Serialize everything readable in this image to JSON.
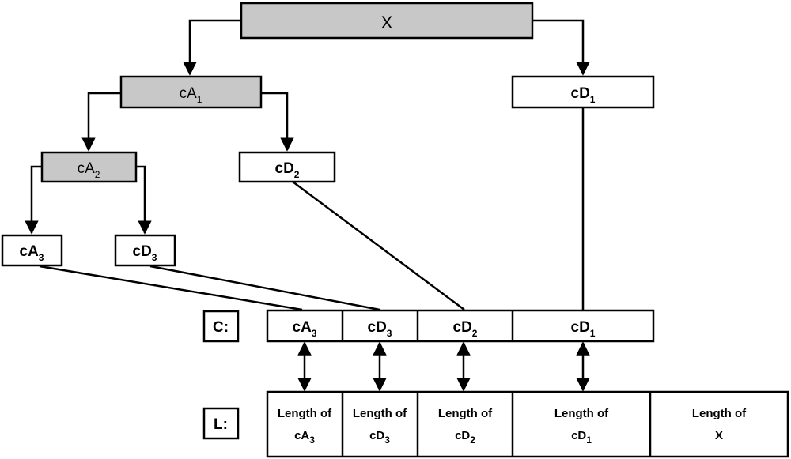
{
  "nodes": {
    "x": {
      "text": "X"
    },
    "ca1": {
      "base": "cA",
      "sub": "1"
    },
    "cd1": {
      "base": "cD",
      "sub": "1"
    },
    "ca2": {
      "base": "cA",
      "sub": "2"
    },
    "cd2": {
      "base": "cD",
      "sub": "2"
    },
    "ca3": {
      "base": "cA",
      "sub": "3"
    },
    "cd3": {
      "base": "cD",
      "sub": "3"
    }
  },
  "row_labels": {
    "c": "C:",
    "l": "L:"
  },
  "c_vector": [
    {
      "base": "cA",
      "sub": "3"
    },
    {
      "base": "cD",
      "sub": "3"
    },
    {
      "base": "cD",
      "sub": "2"
    },
    {
      "base": "cD",
      "sub": "1"
    }
  ],
  "l_vector": [
    {
      "line1": "Length of",
      "base": "cA",
      "sub": "3"
    },
    {
      "line1": "Length of",
      "base": "cD",
      "sub": "3"
    },
    {
      "line1": "Length of",
      "base": "cD",
      "sub": "2"
    },
    {
      "line1": "Length of",
      "base": "cD",
      "sub": "1"
    },
    {
      "line1": "Length of",
      "base": "X",
      "sub": ""
    }
  ]
}
